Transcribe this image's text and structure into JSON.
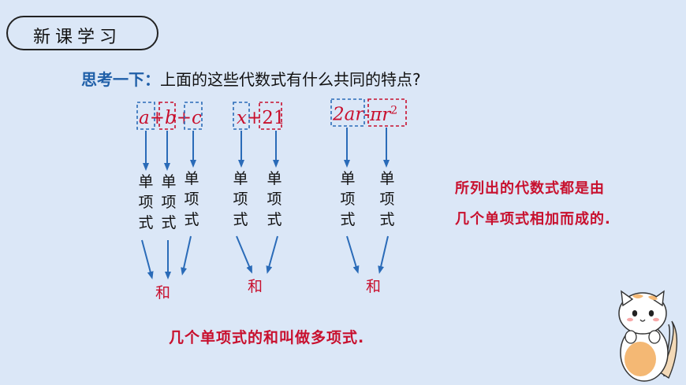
{
  "header": {
    "title": "新课学习"
  },
  "question": {
    "lead": "思考一下：",
    "text": "上面的这些代数式有什么共同的特点?"
  },
  "expressions": [
    {
      "parts": [
        "a",
        "+",
        "b",
        "+",
        "c"
      ]
    },
    {
      "parts": [
        "x",
        "+",
        "21"
      ]
    },
    {
      "parts": [
        "2ar",
        "-",
        "πr",
        "2"
      ]
    }
  ],
  "term_label": [
    "单",
    "项",
    "式"
  ],
  "sum_label": "和",
  "note_right": {
    "line1": "所列出的代数式都是由",
    "line2": "几个单项式相加而成的."
  },
  "definition": "几个单项式的和叫做多项式.",
  "colors": {
    "background": "#dbe7f7",
    "accent_blue": "#1f5fa8",
    "accent_red": "#c8102e",
    "arrow": "#2a6bb8"
  },
  "icons": [
    "cat-mascot"
  ]
}
